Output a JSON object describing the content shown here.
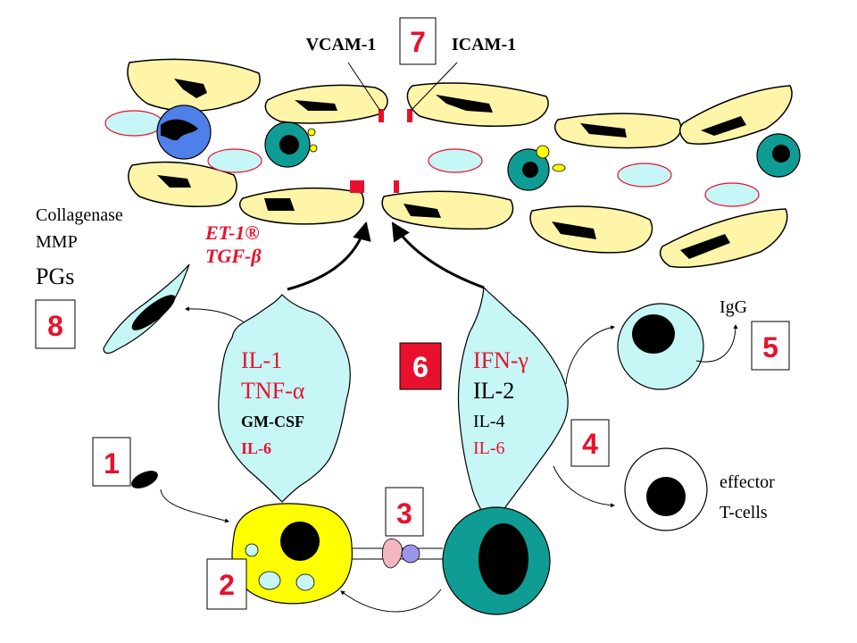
{
  "top": {
    "vcam": "VCAM-1",
    "icam": "ICAM-1"
  },
  "left_labels": {
    "line1": "Collagenase",
    "line2": "MMP",
    "line3": "PGs"
  },
  "fibro_labels": {
    "line1": "ET-1®",
    "line2": "TGF-β"
  },
  "macro_cytokines": {
    "c1": "IL-1",
    "c2": "TNF-α",
    "c3": "GM-CSF",
    "c4": "IL-6"
  },
  "tcell_cytokines": {
    "c1": "IFN-γ",
    "c2": "IL-2",
    "c3": "IL-4",
    "c4": "IL-6"
  },
  "right_labels": {
    "igg": "IgG",
    "effector1": "effector",
    "effector2": "T-cells"
  },
  "steps": {
    "s1": "1",
    "s2": "2",
    "s3": "3",
    "s4": "4",
    "s5": "5",
    "s6": "6",
    "s7": "7",
    "s8": "8"
  },
  "colors": {
    "endothelial": "#FFF5A8",
    "nucleus": "#000000",
    "cyan_cell": "#C6F6F6",
    "teal_cell": "#0E9C94",
    "blue_cell": "#4F7FE8",
    "yellow_apc": "#FFFF00",
    "red_marker": "#E8112D",
    "step_red": "#E8112D"
  }
}
